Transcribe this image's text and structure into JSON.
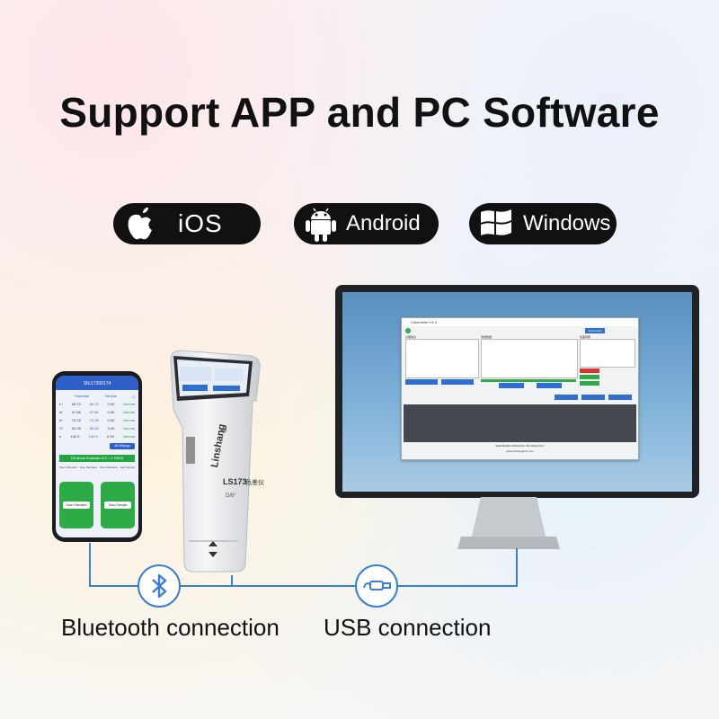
{
  "headline": "Support APP and PC Software",
  "platforms": [
    {
      "label": "iOS",
      "icon": "apple-icon"
    },
    {
      "label": "Android",
      "icon": "android-icon"
    },
    {
      "label": "Windows",
      "icon": "windows-icon"
    }
  ],
  "connections": {
    "bluetooth": "Bluetooth connection",
    "usb": "USB connection"
  },
  "device": {
    "brand": "Linshang",
    "model": "LS173",
    "model_suffix": "色差仪",
    "geometry": "D/8°"
  },
  "phone": {
    "header": "SN:17300174",
    "columns": [
      "Standard",
      "Sample",
      "△"
    ],
    "rows": [
      {
        "k": "L*",
        "a": "65.72",
        "b": "65.72",
        "d": "0.00",
        "s": "Normal"
      },
      {
        "k": "a*",
        "a": "47.66",
        "b": "47.66",
        "d": "0.00",
        "s": "Normal"
      },
      {
        "k": "b*",
        "a": "74.78",
        "b": "74.78",
        "d": "0.00",
        "s": "Normal"
      },
      {
        "k": "C*",
        "a": "60.20",
        "b": "60.20",
        "d": "0.00",
        "s": "Normal"
      },
      {
        "k": "h",
        "a": "142.9",
        "b": "142.9",
        "d": "0.00",
        "s": "Normal"
      }
    ],
    "settings_btn": "All Settings",
    "green_bar": "D5 Mode Evaluate Δ E = 1  PASS",
    "tabs": [
      "Scan Standard",
      "New Standard",
      "Scan Standard",
      "Edit Sample"
    ],
    "scan_standard": "Scan Standard",
    "scan_sample": "Scan Sample"
  },
  "pc": {
    "title": "Colormeter V1.0",
    "section1": "仪器信息",
    "section2": "测量数据",
    "section3": "色差判断",
    "footer": "SHENZHEN LINSHANG TECHNOLOGY",
    "site": "www.linshangtech.com",
    "connect_btn": "Disconnect"
  }
}
